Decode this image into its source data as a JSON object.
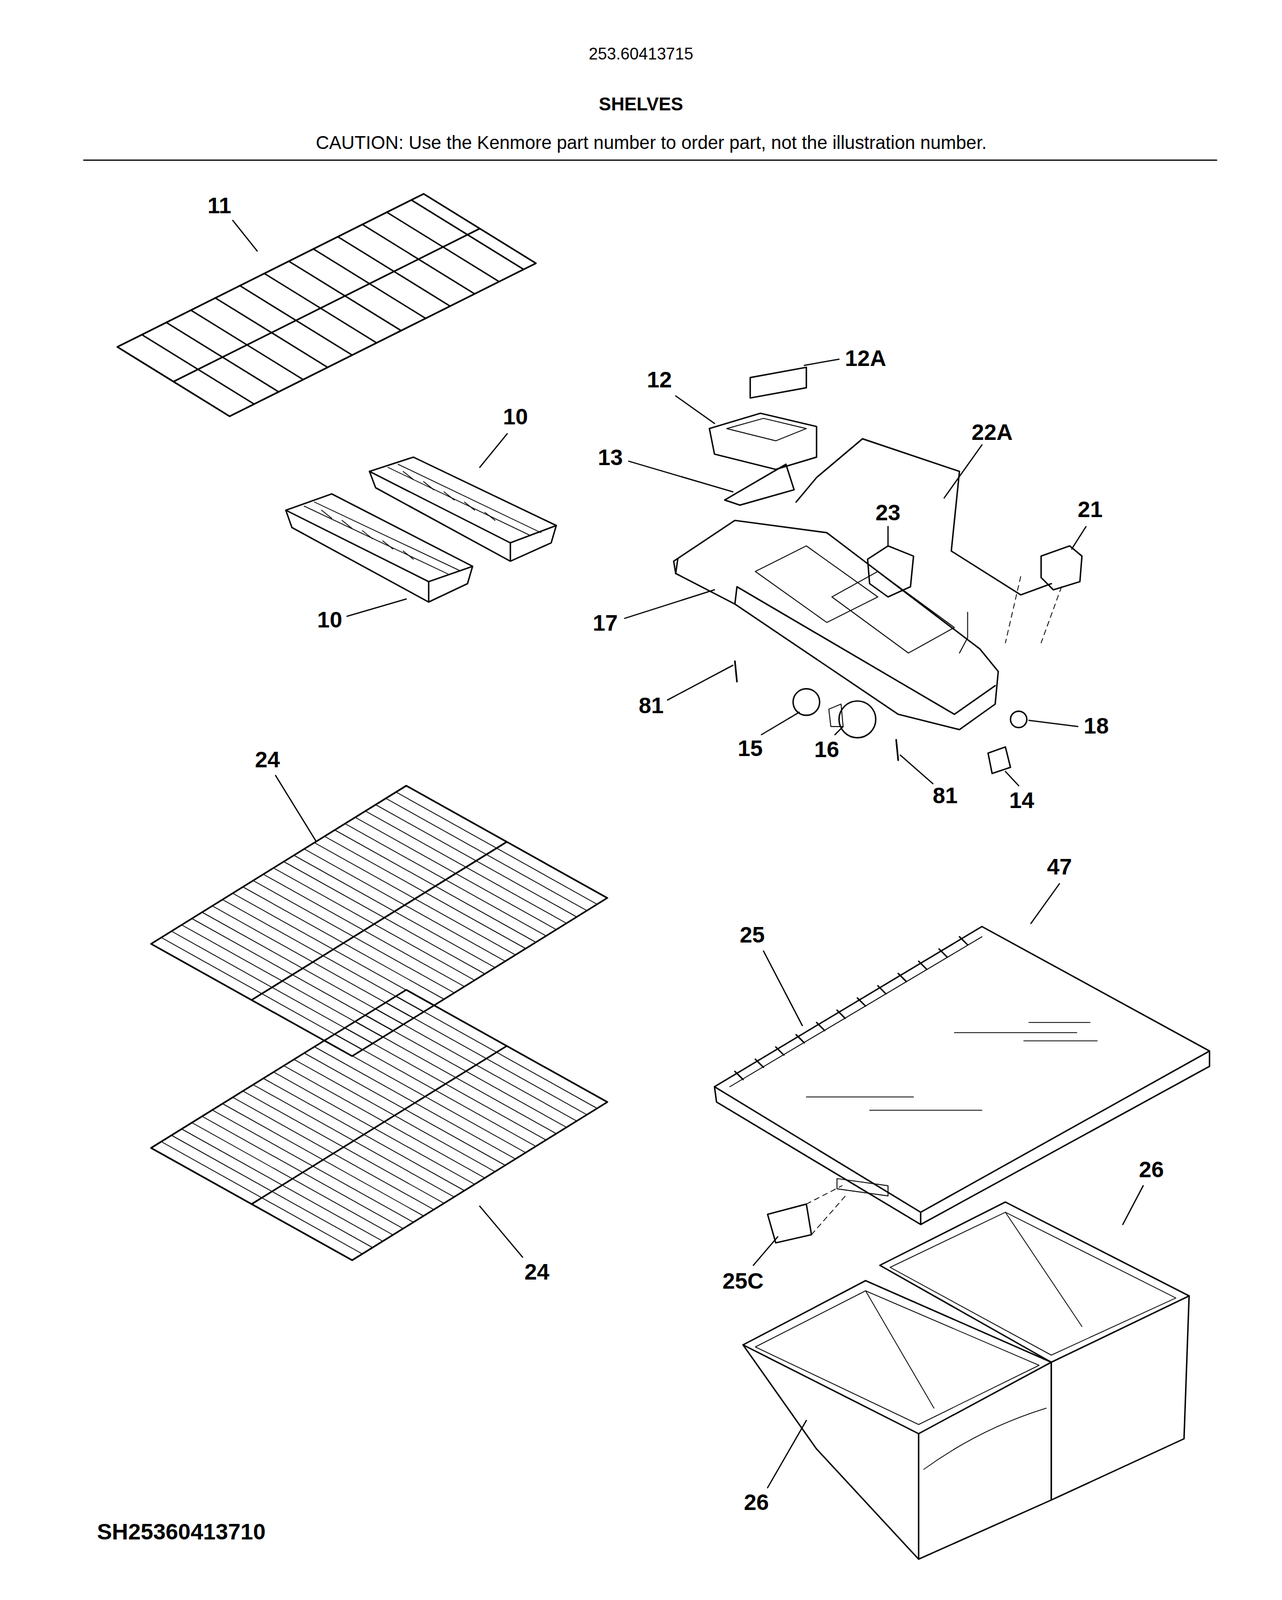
{
  "diagram": {
    "title": "SHELVES",
    "labels": [
      "253.60413715",
      "CAUTION: Use the Kenmore part number to order part, not the illustration number.",
      "11",
      "12A",
      "12",
      "10",
      "22A",
      "13",
      "23",
      "21",
      "17",
      "10",
      "81",
      "15",
      "16",
      "18",
      "81",
      "14",
      "24",
      "47",
      "25",
      "26",
      "24",
      "25C",
      "26",
      "SH25360413710"
    ]
  }
}
